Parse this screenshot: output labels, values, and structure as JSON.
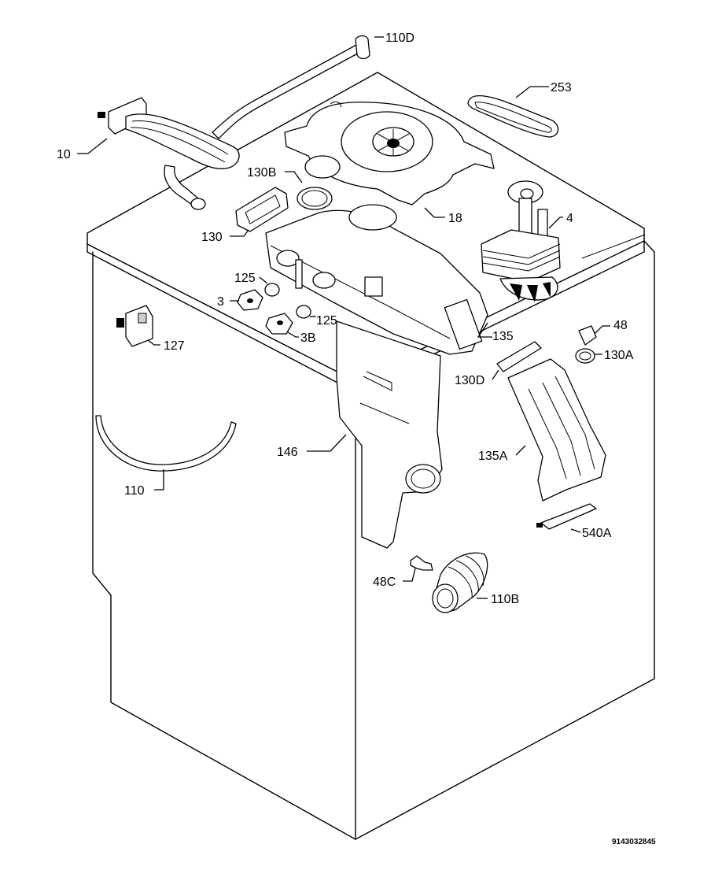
{
  "diagram": {
    "labels": {
      "p110D": "110D",
      "p253": "253",
      "p10": "10",
      "p130B": "130B",
      "p18": "18",
      "p4": "4",
      "p130": "130",
      "p125a": "125",
      "p3": "3",
      "p125b": "125",
      "p3B": "3B",
      "p127": "127",
      "p48": "48",
      "p135": "135",
      "p130A": "130A",
      "p130D": "130D",
      "p146": "146",
      "p135A": "135A",
      "p110": "110",
      "p540A": "540A",
      "p48C": "48C",
      "p110B": "110B"
    },
    "drawing_code": "9143032845"
  }
}
